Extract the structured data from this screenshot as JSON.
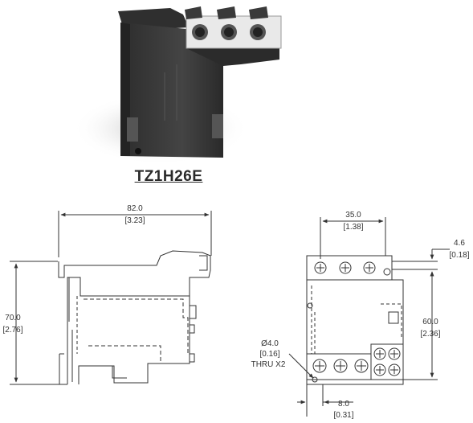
{
  "product": {
    "model": "TZ1H26E"
  },
  "colors": {
    "body": "#3b3b3b",
    "terminal": "#e9e9e9",
    "line": "#333333"
  },
  "side_view": {
    "width_mm": "82.0",
    "width_in": "[3.23]",
    "height_mm": "70.0",
    "height_in": "[2.76]"
  },
  "front_view": {
    "pitch_mm": "35.0",
    "pitch_in": "[1.38]",
    "offset_mm": "4.6",
    "offset_in": "[0.18]",
    "hole_dist_mm": "60.0",
    "hole_dist_in": "[2.36]",
    "hole_dia": "Ø4.0",
    "hole_dia_in": "[0.16]",
    "hole_note": "THRU X2",
    "bottom_mm": "8.0",
    "bottom_in": "[0.31]"
  }
}
